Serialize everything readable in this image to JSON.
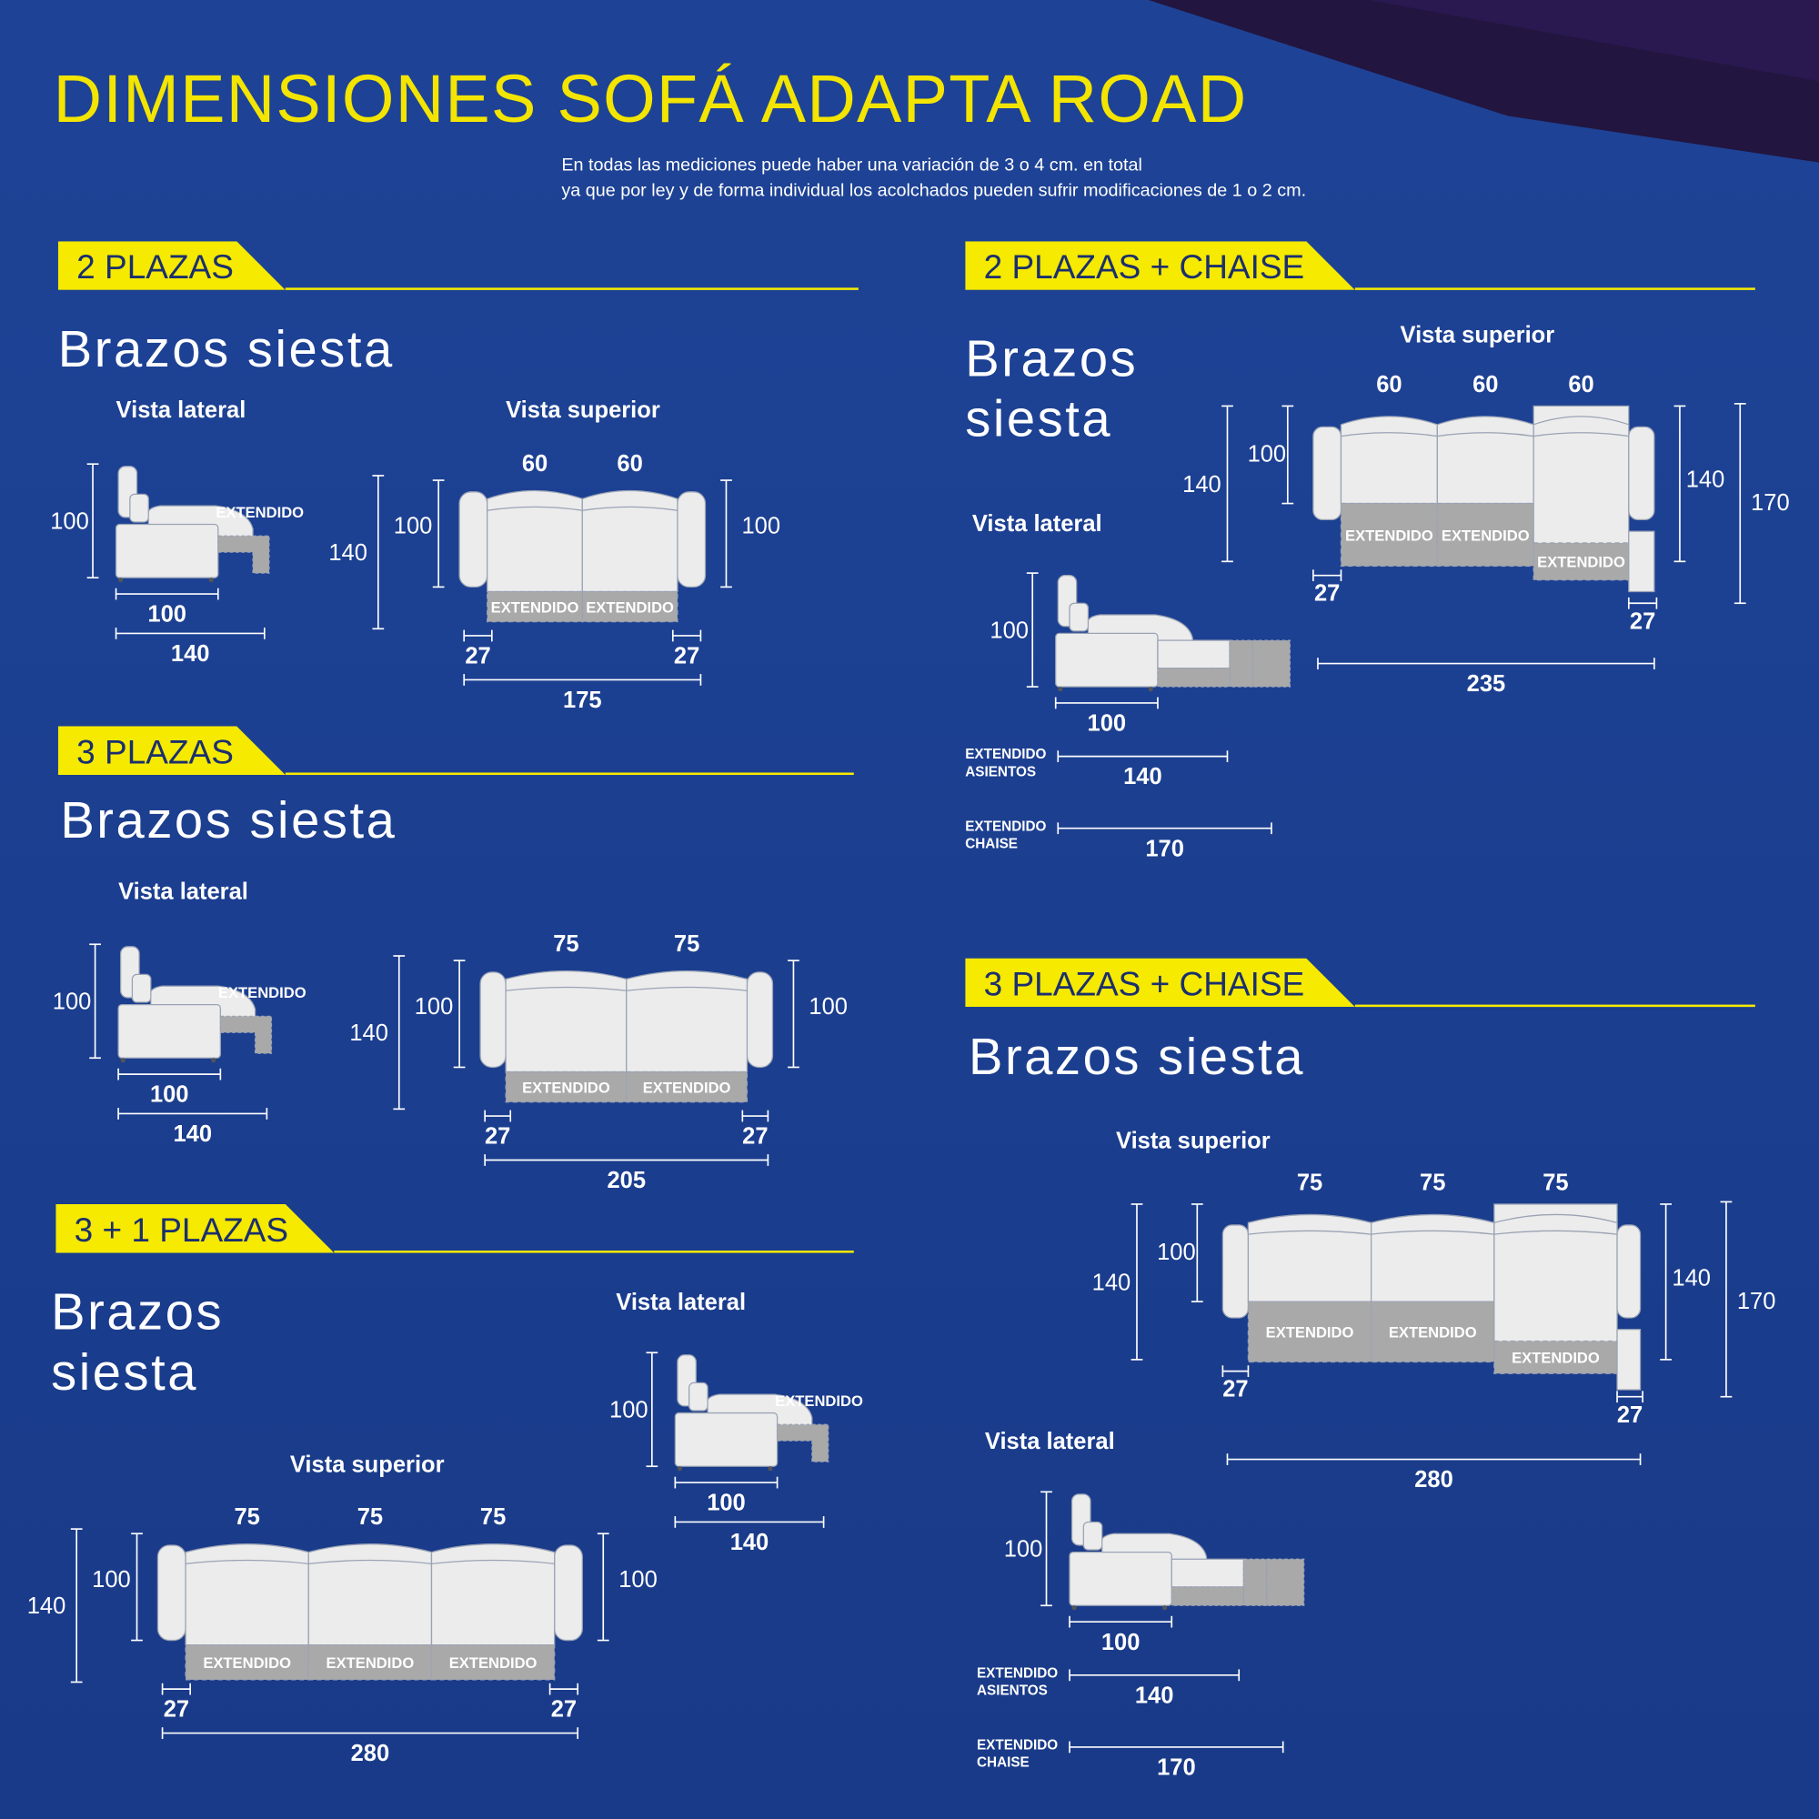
{
  "title": "DIMENSIONES SOFÁ ADAPTA ROAD",
  "note": {
    "line1": "En todas las mediciones puede haber una variación de 3 o 4 cm. en total",
    "line2": "ya que por ley y de forma individual los acolchados pueden sufrir modificaciones de 1 o 2 cm."
  },
  "labels": {
    "vista_lateral": "Vista lateral",
    "vista_superior": "Vista superior",
    "extendido": "EXTENDIDO",
    "extendido_asientos_1": "EXTENDIDO",
    "extendido_asientos_2": "ASIENTOS",
    "extendido_chaise_1": "EXTENDIDO",
    "extendido_chaise_2": "CHAISE"
  },
  "colors": {
    "background": "#1b3e8f",
    "accent": "#f5ea00",
    "sofa": "#ececec",
    "extended": "#a9a9a9"
  },
  "sections": {
    "p2": {
      "label": "2 PLAZAS",
      "subtitle": "Brazos siesta",
      "lateral": {
        "height": "100",
        "depth": "100",
        "depth_extended": "140"
      },
      "superior": {
        "seats": [
          "60",
          "60"
        ],
        "total_depth": "140",
        "seat_depth": "100",
        "arm_depth": "100",
        "arm_width": "27",
        "total_width": "175"
      }
    },
    "p3": {
      "label": "3 PLAZAS",
      "subtitle": "Brazos siesta",
      "lateral": {
        "height": "100",
        "depth": "100",
        "depth_extended": "140"
      },
      "superior": {
        "seats": [
          "75",
          "75"
        ],
        "total_depth": "140",
        "seat_depth": "100",
        "arm_depth": "100",
        "arm_width": "27",
        "total_width": "205"
      }
    },
    "p31": {
      "label": "3 + 1 PLAZAS",
      "subtitle": "Brazos siesta",
      "lateral": {
        "height": "100",
        "depth": "100",
        "depth_extended": "140"
      },
      "superior": {
        "seats": [
          "75",
          "75",
          "75"
        ],
        "total_depth": "140",
        "seat_depth": "100",
        "arm_depth": "100",
        "arm_width": "27",
        "total_width": "280"
      }
    },
    "p2c": {
      "label": "2 PLAZAS + CHAISE",
      "subtitle": "Brazos siesta",
      "lateral": {
        "height": "100",
        "depth": "100",
        "depth_extended_seats": "140",
        "depth_extended_chaise": "170"
      },
      "superior": {
        "seats": [
          "60",
          "60",
          "60"
        ],
        "total_depth": "140",
        "seat_depth": "100",
        "chaise_depth": "140",
        "chaise_total": "170",
        "arm_width": "27",
        "total_width": "235"
      }
    },
    "p3c": {
      "label": "3 PLAZAS + CHAISE",
      "subtitle": "Brazos siesta",
      "lateral": {
        "height": "100",
        "depth": "100",
        "depth_extended_seats": "140",
        "depth_extended_chaise": "170"
      },
      "superior": {
        "seats": [
          "75",
          "75",
          "75"
        ],
        "total_depth": "140",
        "seat_depth": "100",
        "chaise_depth": "140",
        "chaise_total": "170",
        "arm_width": "27",
        "total_width": "280"
      }
    }
  }
}
